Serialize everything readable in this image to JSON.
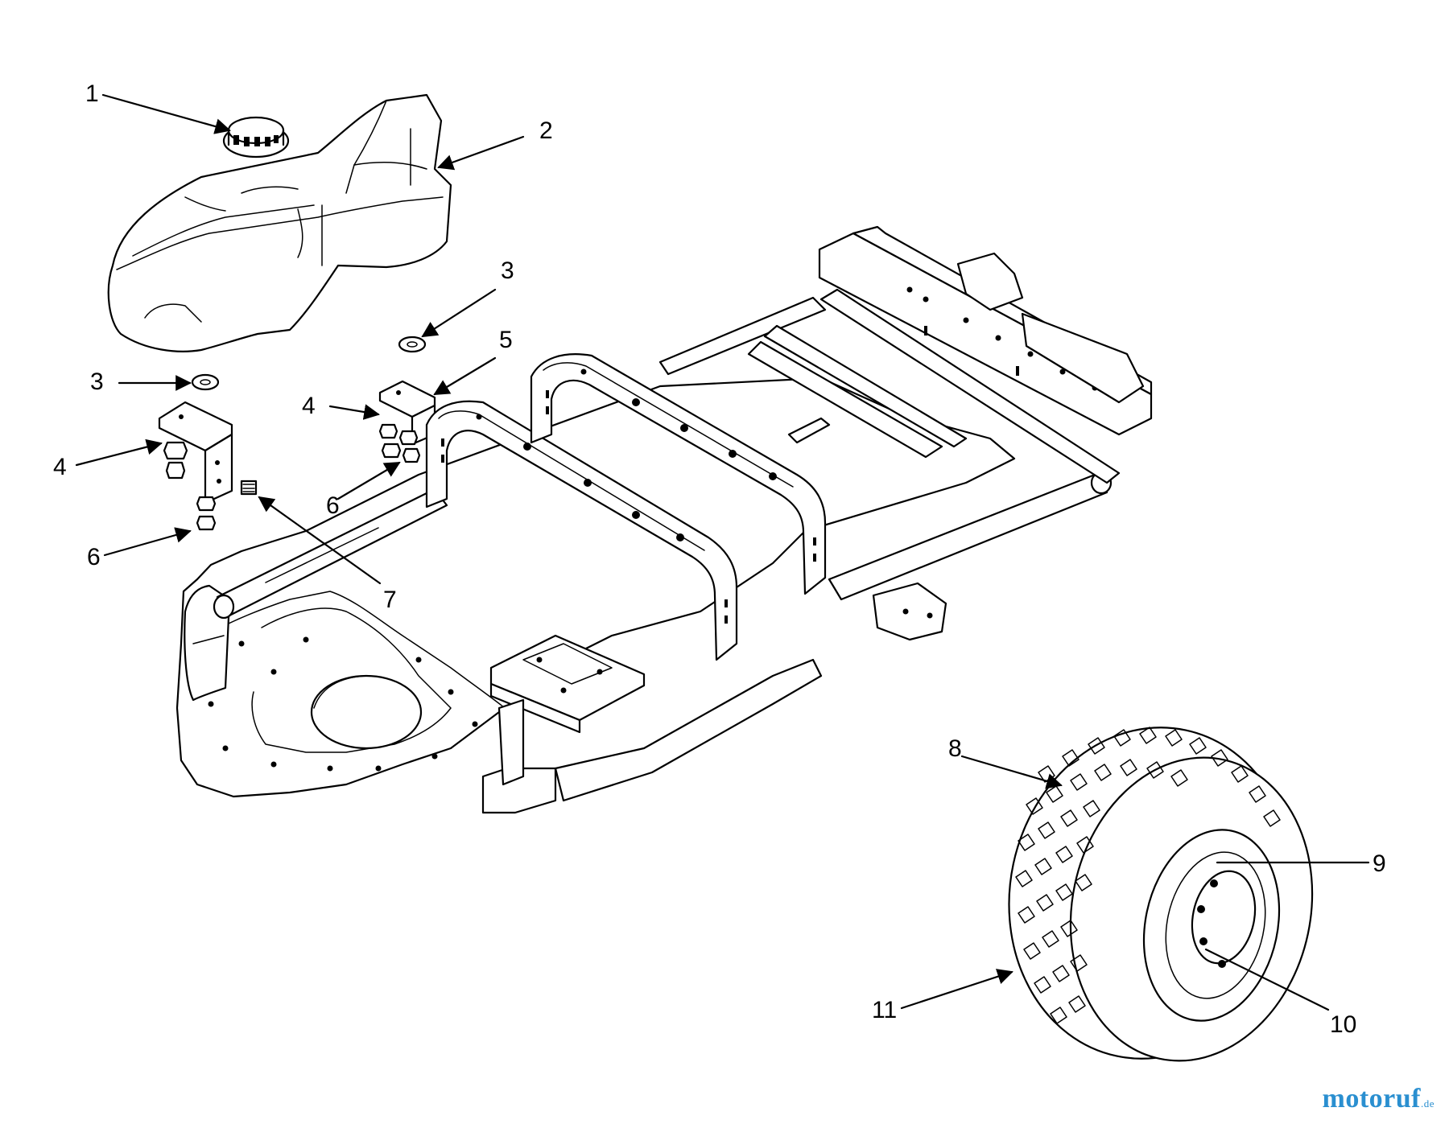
{
  "callouts": {
    "c1": "1",
    "c2": "2",
    "c3a": "3",
    "c3b": "3",
    "c4a": "4",
    "c4b": "4",
    "c5": "5",
    "c6a": "6",
    "c6b": "6",
    "c7": "7",
    "c8": "8",
    "c9": "9",
    "c10": "10",
    "c11": "11"
  },
  "watermark": {
    "text": "motoruf",
    "suffix": ".de"
  },
  "colors": {
    "line": "#000000",
    "background": "#ffffff",
    "watermark": "#2a8fd0"
  }
}
